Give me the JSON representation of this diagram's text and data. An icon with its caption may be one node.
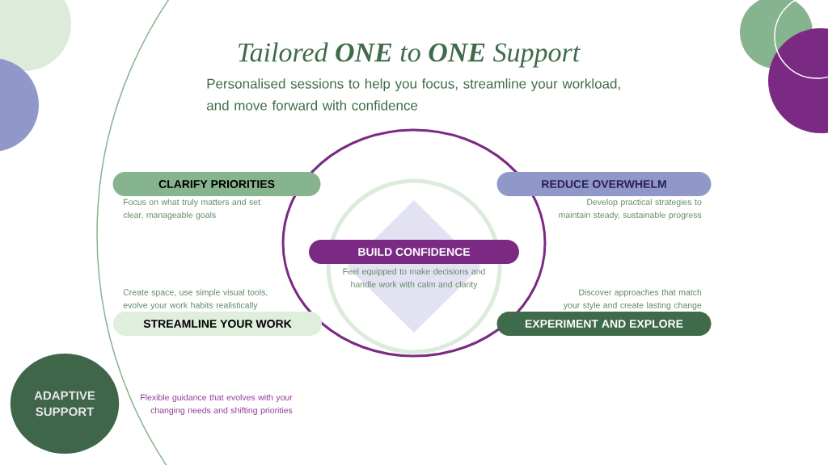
{
  "diagram": {
    "title": "Tailored **ONE** to **ONE** Support",
    "nodes": [
      {
        "text": [
          "CLARIFY PRIORITIES"
        ],
        "beside": [
          "Focus on what truly matters and set clear, manageable goals"
        ]
      },
      {
        "text": [
          "REDUCE OVERWHELM"
        ],
        "beside": [
          "Develop practical strategies to maintain steady, sustainable progress"
        ]
      },
      {
        "text": [
          "BUILD CONFIDENCE"
        ],
        "beside": [
          "Feel equipped to make decisions and handle work with calm and clarity"
        ]
      },
      {
        "text": [
          "STREAMLINE YOUR WORK"
        ],
        "beside": [
          "Create space, use simple visual tools, evolve your work habits realistically"
        ]
      },
      {
        "text": [
          "EXPERIMENT AND EXPLORE"
        ],
        "beside": [
          "Discover approaches that match your style and create lasting change"
        ]
      },
      {
        "text": [
          "ADAPTIVE SUPPORT"
        ],
        "beside": [
          "Flexible guidance that evolves with your changing needs and shifting priorities"
        ]
      }
    ],
    "labels": [
      "Personalised sessions to help you focus, streamline your workload, and  move forward with confidence"
    ]
  }
}
